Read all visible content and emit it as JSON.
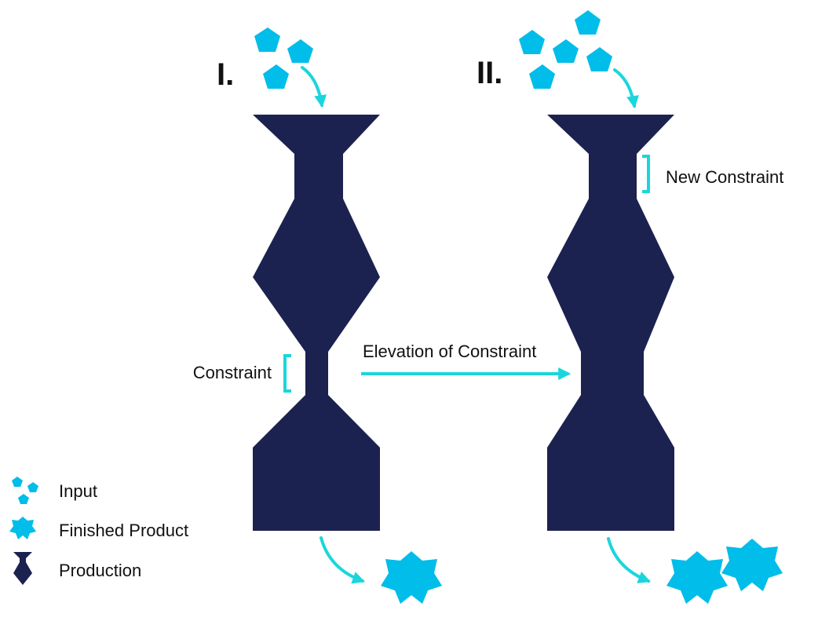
{
  "colors": {
    "production": "#1b2250",
    "input": "#00bde9",
    "accent": "#1ad6dc",
    "text": "#111111"
  },
  "panel_one": {
    "label": "I.",
    "constraint_label": "Constraint"
  },
  "panel_two": {
    "label": "II.",
    "new_constraint_label": "New Constraint"
  },
  "transition": {
    "label": "Elevation of Constraint"
  },
  "legend": {
    "input": {
      "label": "Input",
      "icon": "pentagons-icon"
    },
    "finished_product": {
      "label": "Finished Product",
      "icon": "star-icon"
    },
    "production": {
      "label": "Production",
      "icon": "production-shape-icon"
    }
  }
}
